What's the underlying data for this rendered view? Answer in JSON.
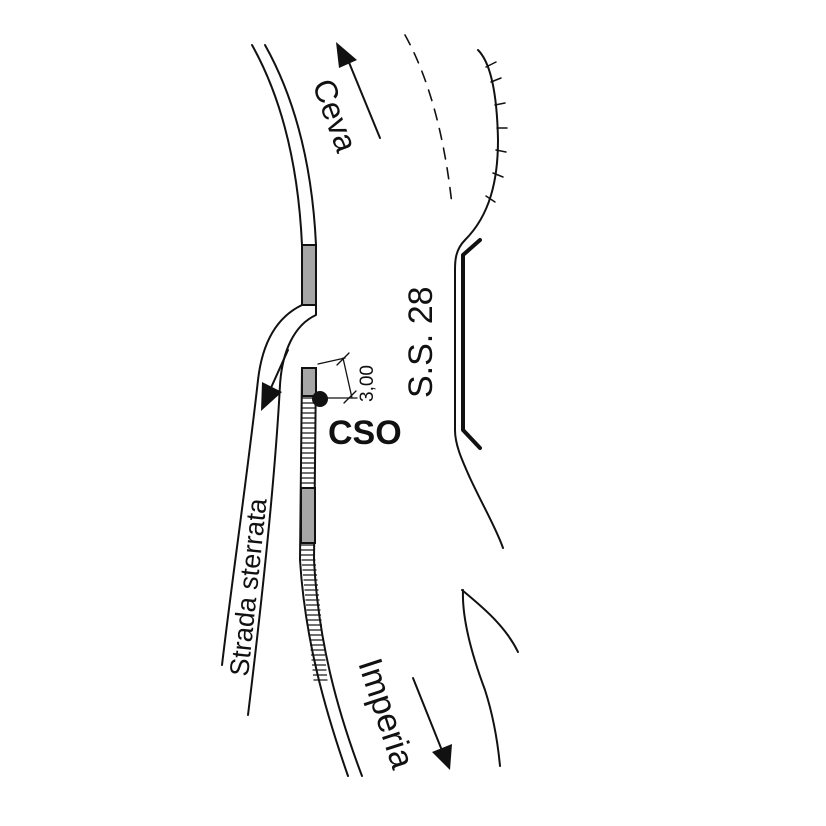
{
  "map": {
    "labels": {
      "ceva": "Ceva",
      "imperia": "Imperia",
      "road": "S.S. 28",
      "dirt_road": "Strada sterrata",
      "point": "CSO",
      "distance": "3,00"
    },
    "colors": {
      "ink": "#111111",
      "shaded_segment": "#a6a6a6",
      "background": "#ffffff"
    },
    "icons": [
      "direction-arrow-icon",
      "location-dot-icon",
      "dimension-marker-icon"
    ]
  }
}
